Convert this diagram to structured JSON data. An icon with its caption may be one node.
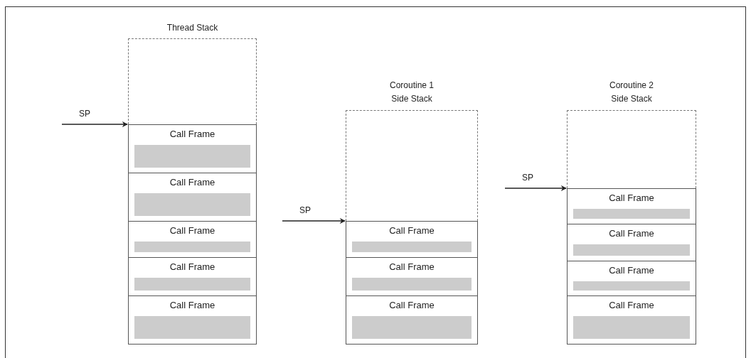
{
  "diagram": {
    "nodes": [
      {
        "text": [
          "Thread Stack"
        ]
      },
      {
        "text": [],
        "shape": "box",
        "in": 0
      },
      {
        "text": [
          "Call Frame"
        ],
        "in": 0
      },
      {
        "text": [
          "Call Frame"
        ],
        "in": 0
      },
      {
        "text": [
          "Call Frame"
        ],
        "in": 0
      },
      {
        "text": [
          "Call Frame"
        ],
        "in": 0
      },
      {
        "text": [
          "Call Frame"
        ],
        "in": 0
      },
      {
        "text": [
          "SP"
        ]
      },
      {
        "text": [
          "Coroutine 1 Side Stack"
        ]
      },
      {
        "text": [],
        "shape": "box",
        "in": 8
      },
      {
        "text": [
          "Call Frame"
        ],
        "in": 8
      },
      {
        "text": [
          "Call Frame"
        ],
        "in": 8
      },
      {
        "text": [
          "Call Frame"
        ],
        "in": 8
      },
      {
        "text": [
          "SP"
        ]
      },
      {
        "text": [
          "Coroutine 2 Side Stack"
        ]
      },
      {
        "text": [],
        "shape": "box",
        "in": 14
      },
      {
        "text": [
          "Call Frame"
        ],
        "in": 14
      },
      {
        "text": [
          "Call Frame"
        ],
        "in": 14
      },
      {
        "text": [
          "Call Frame"
        ],
        "in": 14
      },
      {
        "text": [
          "Call Frame"
        ],
        "in": 14
      },
      {
        "text": [
          "SP"
        ]
      }
    ],
    "edges": [
      {
        "from": 7,
        "to": 2,
        "arrow": "to"
      },
      {
        "from": 13,
        "to": 10,
        "arrow": "to"
      },
      {
        "from": 20,
        "to": 16,
        "arrow": "to"
      }
    ]
  }
}
